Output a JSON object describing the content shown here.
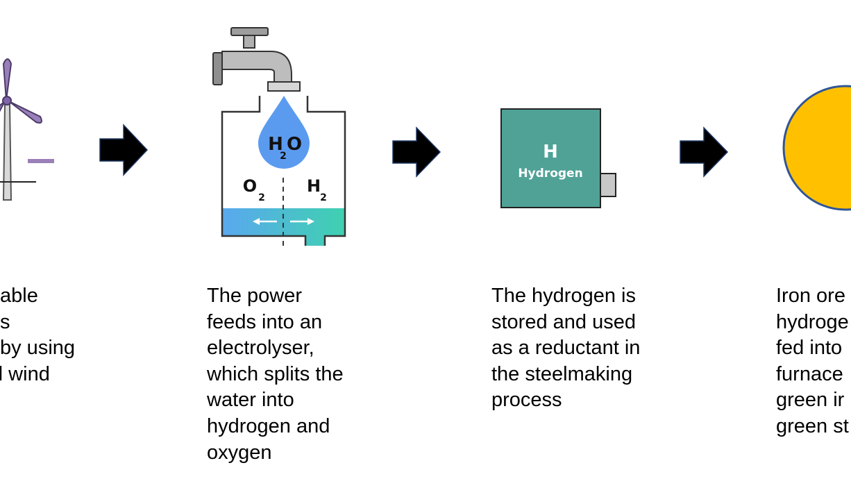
{
  "steps": [
    {
      "caption_lines": [
        "able",
        "s",
        "by using",
        "d wind"
      ]
    },
    {
      "caption_lines": [
        "The power",
        "feeds into an",
        "electrolyser,",
        "which splits the",
        "water into",
        "hydrogen and",
        "oxygen"
      ],
      "icon": {
        "water": "H2O",
        "left_gas": "O2",
        "right_gas": "H2"
      }
    },
    {
      "caption_lines": [
        "The hydrogen is",
        "stored and used",
        "as a reductant in",
        "the steelmaking",
        "process"
      ],
      "icon": {
        "symbol": "H",
        "name": "Hydrogen"
      }
    },
    {
      "caption_lines": [
        "Iron ore",
        "hydroge",
        "fed into",
        "furnace",
        "green ir",
        "green st"
      ]
    }
  ],
  "colors": {
    "tank_green": "#50a297",
    "ore_yellow": "#ffc000",
    "ore_border": "#2f5597",
    "turbine_purple": "#9a80b8",
    "water_drop": "#5b9bef",
    "arrow": "#000000"
  },
  "icons": [
    "wind-turbine-icon",
    "water-tap-icon",
    "water-drop-icon",
    "electrolyser-icon",
    "hydrogen-tank-icon",
    "iron-ore-icon",
    "arrow-right-icon"
  ]
}
